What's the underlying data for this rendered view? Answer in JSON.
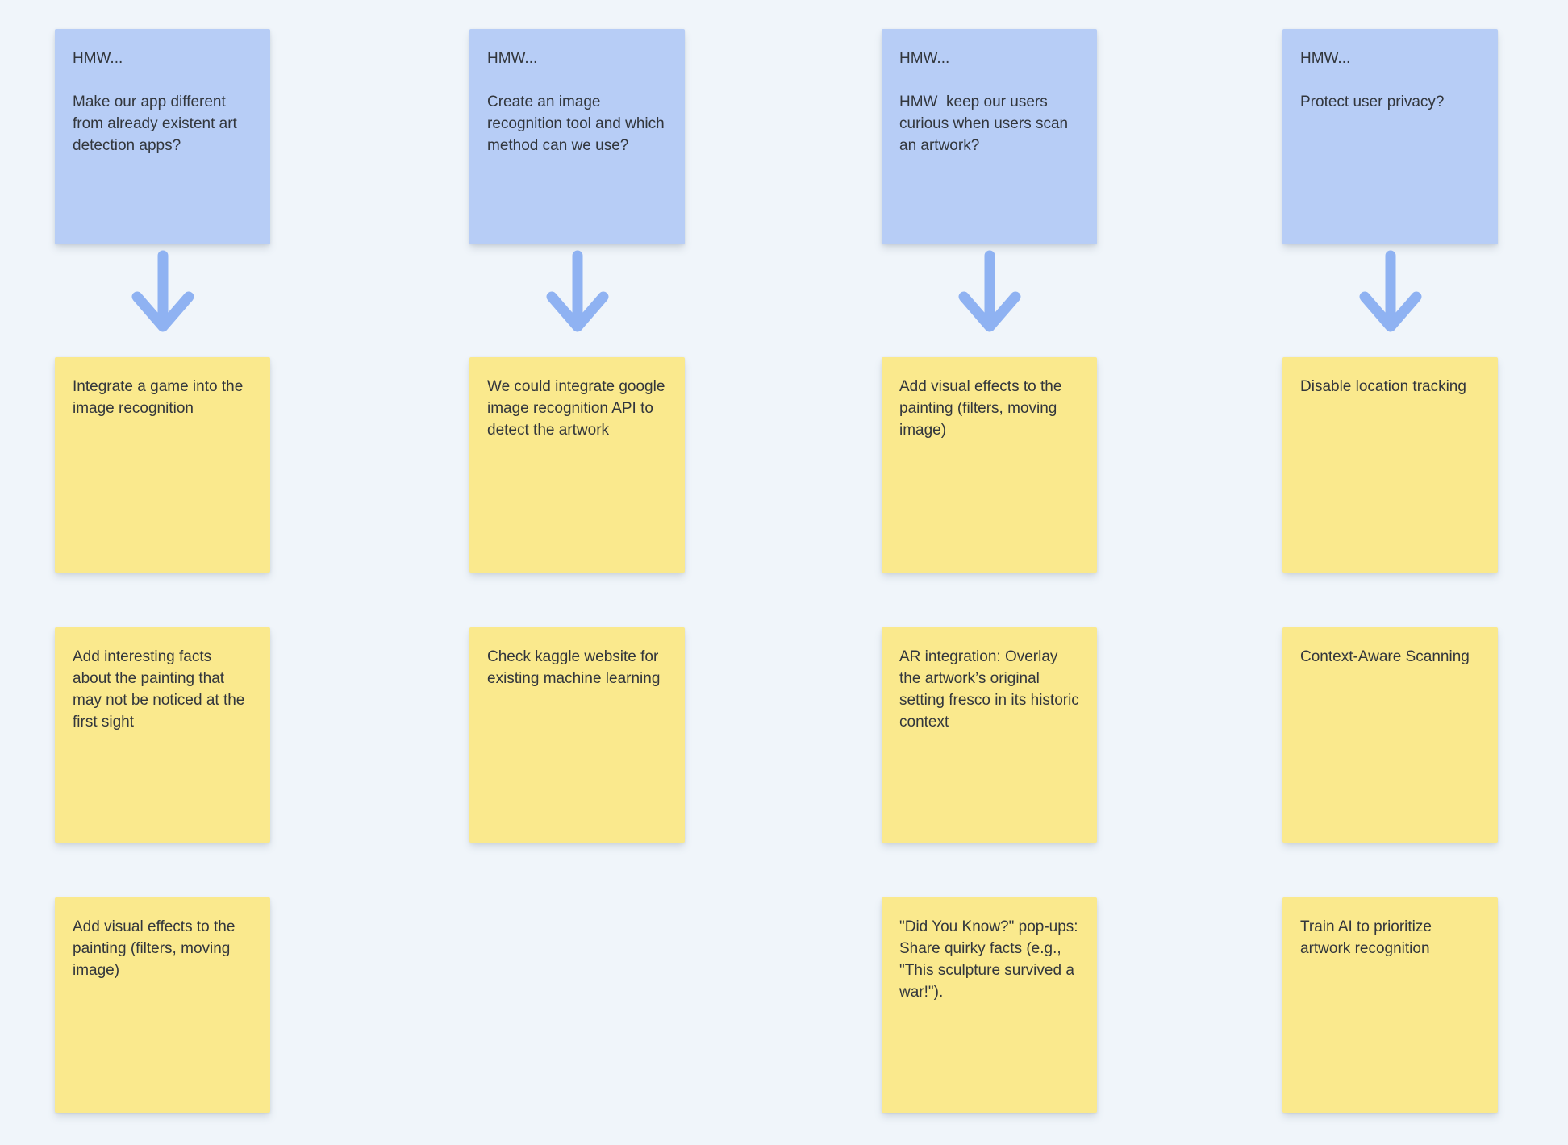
{
  "board": {
    "palette": {
      "background": "#f0f5fa",
      "hmw_note": "#b7cdf6",
      "idea_note": "#fae98d",
      "arrow": "#8fb2f2",
      "text": "#32363c"
    },
    "arrow_icon": "down-arrow",
    "columns": [
      {
        "hmw": "HMW...\n\nMake our app different from already existent art detection apps?",
        "ideas": [
          "Integrate a game into the image recognition",
          "Add interesting facts about the painting that may not be noticed at the first sight",
          "Add visual effects to the painting (filters, moving image)"
        ]
      },
      {
        "hmw": "HMW...\n\nCreate an image recognition tool and which method can we use?",
        "ideas": [
          "We could integrate google image recognition API to detect the artwork",
          "Check kaggle website for existing machine learning"
        ]
      },
      {
        "hmw": "HMW...\n\nHMW  keep our users curious when users scan an artwork?",
        "ideas": [
          "Add visual effects to the painting (filters, moving image)",
          "AR integration: Overlay the artwork’s original setting fresco in its historic context",
          "\"Did You Know?\" pop-ups: Share quirky facts (e.g., \"This sculpture survived a war!\")."
        ]
      },
      {
        "hmw": "HMW...\n\nProtect user privacy?",
        "ideas": [
          "Disable location tracking",
          "Context-Aware Scanning",
          "Train AI to prioritize artwork recognition"
        ]
      }
    ]
  }
}
